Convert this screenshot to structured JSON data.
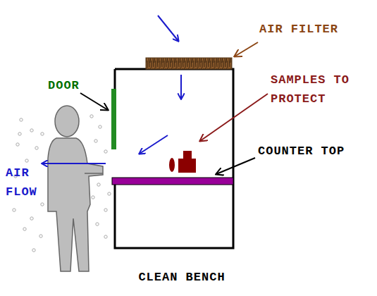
{
  "diagram": {
    "caption": "CLEAN BENCH",
    "labels": [
      "AIR FILTER",
      "SAMPLES TO PROTECT",
      "COUNTER TOP",
      "DOOR",
      "AIR FLOW"
    ]
  }
}
